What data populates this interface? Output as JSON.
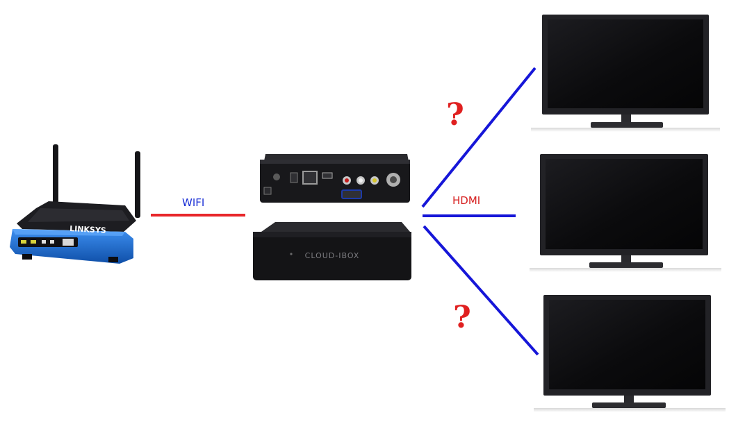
{
  "labels": {
    "wifi": "WIFI",
    "hdmi": "HDMI",
    "question_top": "?",
    "question_bottom": "?"
  },
  "devices": {
    "router_brand": "LINKSYS",
    "box_brand": "CLOUD-IBOX"
  },
  "colors": {
    "wifi_line": "#e8262a",
    "wifi_label": "#1a2fd6",
    "hdmi_line": "#1616d8",
    "hdmi_label": "#d61f1f",
    "question": "#e02020",
    "router_body": "#1e6fd0",
    "router_top": "#1b1b1f",
    "box_body": "#1a1a1c",
    "tv_bezel": "#222226",
    "tv_screen": "#0c0c0e"
  }
}
